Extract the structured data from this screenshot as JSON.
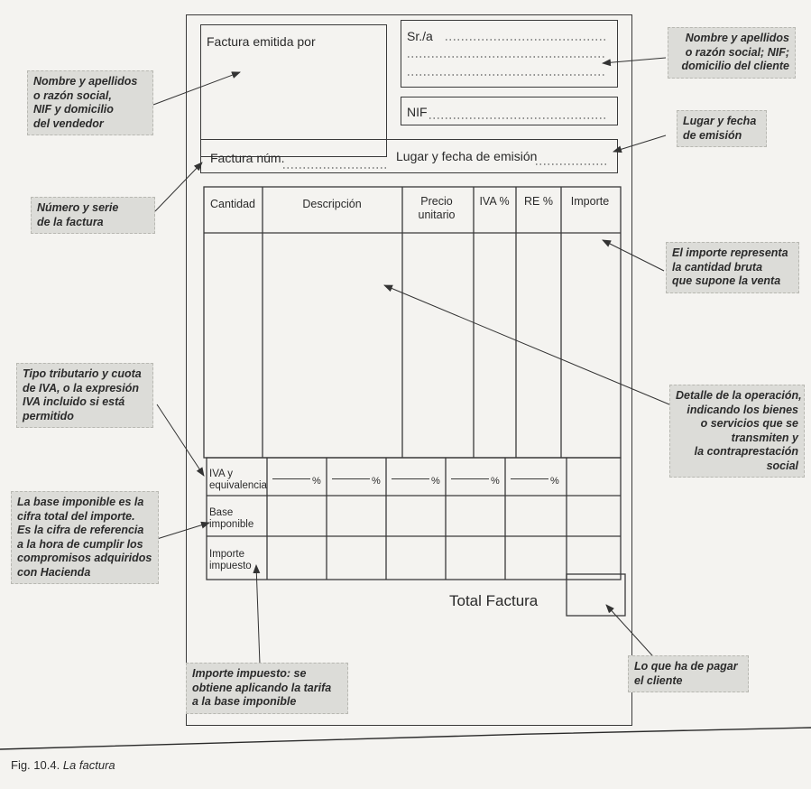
{
  "invoice": {
    "issuer_label": "Factura emitida por",
    "client_label": "Sr./a",
    "nif_label": "NIF",
    "invoice_number_label": "Factura núm.",
    "place_date_label": "Lugar y fecha de emisión",
    "columns": [
      "Cantidad",
      "Descripción",
      "Precio unitario",
      "IVA %",
      "RE %",
      "Importe"
    ],
    "tax_rows": [
      "IVA y equivalencia",
      "Base imponible",
      "Importe impuesto"
    ],
    "percent_symbol": "%",
    "total_label": "Total Factura"
  },
  "annotations": {
    "seller": [
      "Nombre y apellidos",
      "o razón social,",
      "NIF y domicilio",
      "del vendedor"
    ],
    "client": [
      "Nombre y apellidos",
      "o razón social; NIF;",
      "domicilio del cliente"
    ],
    "place_date": [
      "Lugar y fecha",
      "de emisión"
    ],
    "number_series": [
      "Número y serie",
      "de la factura"
    ],
    "amount": [
      "El importe representa",
      "la cantidad bruta",
      "que supone la venta"
    ],
    "tax_type": [
      "Tipo tributario y cuota",
      "de IVA, o la expresión",
      "IVA incluido si está",
      "permitido"
    ],
    "operation_detail": [
      "Detalle de la operación,",
      "indicando los bienes",
      "o servicios que se",
      "transmiten y",
      "la contraprestación",
      "social"
    ],
    "tax_base": [
      "La base imponible es la",
      "cifra total del importe.",
      "Es la cifra de referencia",
      "a la hora de cumplir los",
      "compromisos adquiridos",
      "con Hacienda"
    ],
    "tax_amount": [
      "Importe impuesto: se",
      "obtiene aplicando la tarifa",
      "a la base imponible"
    ],
    "total": [
      "Lo que ha de pagar",
      "el cliente"
    ]
  },
  "caption": {
    "prefix": "Fig. 10.4.",
    "title": "La factura"
  }
}
